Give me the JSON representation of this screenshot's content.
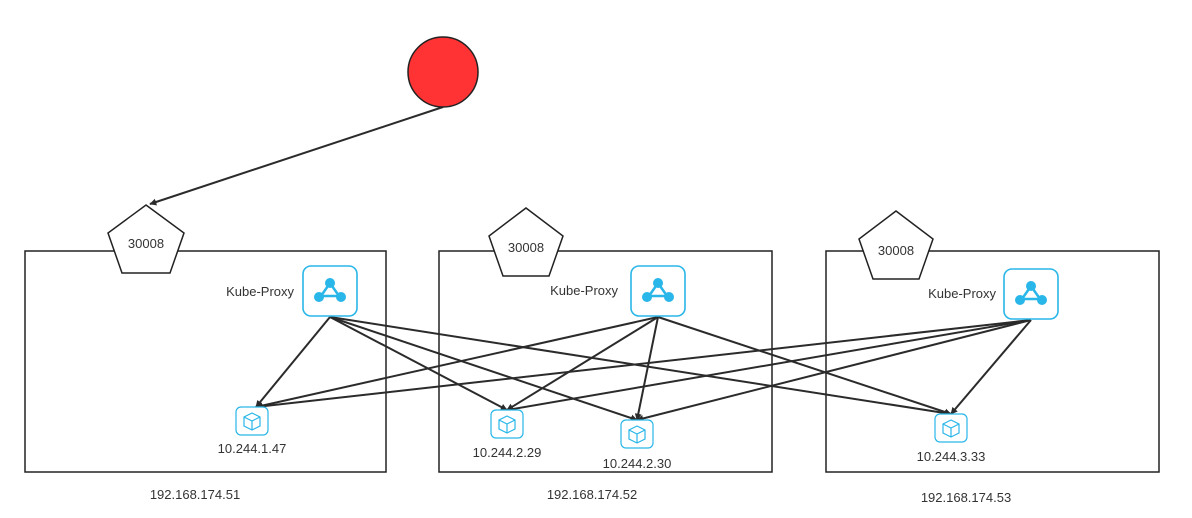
{
  "colors": {
    "client": "#ff3333",
    "accent": "#29b6e8",
    "line": "#2b2b2b"
  },
  "client": {
    "icon": "red-circle"
  },
  "nodes": [
    {
      "id": "n1",
      "ip": "192.168.174.51",
      "port": "30008",
      "proxy_label": "Kube-Proxy"
    },
    {
      "id": "n2",
      "ip": "192.168.174.52",
      "port": "30008",
      "proxy_label": "Kube-Proxy"
    },
    {
      "id": "n3",
      "ip": "192.168.174.53",
      "port": "30008",
      "proxy_label": "Kube-Proxy"
    }
  ],
  "pods": [
    {
      "id": "p1",
      "ip": "10.244.1.47",
      "icon": "container-icon"
    },
    {
      "id": "p2",
      "ip": "10.244.2.29",
      "icon": "container-icon"
    },
    {
      "id": "p3",
      "ip": "10.244.2.30",
      "icon": "container-icon"
    },
    {
      "id": "p4",
      "ip": "10.244.3.33",
      "icon": "container-icon"
    }
  ],
  "edges": [
    {
      "from": "client",
      "to": "n1"
    },
    {
      "from": "n1",
      "to": "p1"
    },
    {
      "from": "n1",
      "to": "p2"
    },
    {
      "from": "n1",
      "to": "p3"
    },
    {
      "from": "n1",
      "to": "p4"
    },
    {
      "from": "n2",
      "to": "p1"
    },
    {
      "from": "n2",
      "to": "p2"
    },
    {
      "from": "n2",
      "to": "p3"
    },
    {
      "from": "n2",
      "to": "p4"
    },
    {
      "from": "n3",
      "to": "p1"
    },
    {
      "from": "n3",
      "to": "p2"
    },
    {
      "from": "n3",
      "to": "p3"
    },
    {
      "from": "n3",
      "to": "p4"
    }
  ]
}
